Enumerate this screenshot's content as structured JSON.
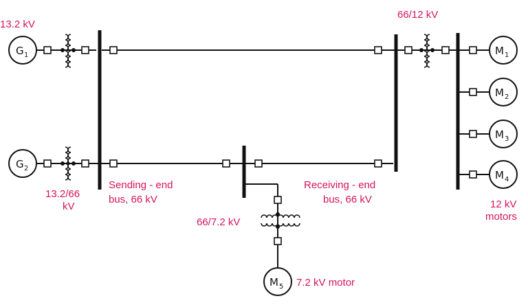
{
  "colors": {
    "label": "#d4145a",
    "line": "#111111"
  },
  "voltages": {
    "g1": "13.2 kV",
    "t_recv_motor": "66/12 kV",
    "t_gen2_line1": "13.2/66",
    "t_gen2_line2": "kV",
    "t_m5": "66/7.2 kV"
  },
  "buses": {
    "sending_line1": "Sending - end",
    "sending_line2": "bus, 66 kV",
    "receiving_line1": "Receiving - end",
    "receiving_line2": "bus, 66 kV"
  },
  "motor_groups": {
    "m5_label": "7.2 kV motor",
    "twelve_line1": "12 kV",
    "twelve_line2": "motors"
  },
  "machines": {
    "g1": {
      "letter": "G",
      "sub": "1"
    },
    "g2": {
      "letter": "G",
      "sub": "2"
    },
    "m1": {
      "letter": "M",
      "sub": "1"
    },
    "m2": {
      "letter": "M",
      "sub": "2"
    },
    "m3": {
      "letter": "M",
      "sub": "3"
    },
    "m4": {
      "letter": "M",
      "sub": "4"
    },
    "m5": {
      "letter": "M",
      "sub": "5"
    }
  }
}
